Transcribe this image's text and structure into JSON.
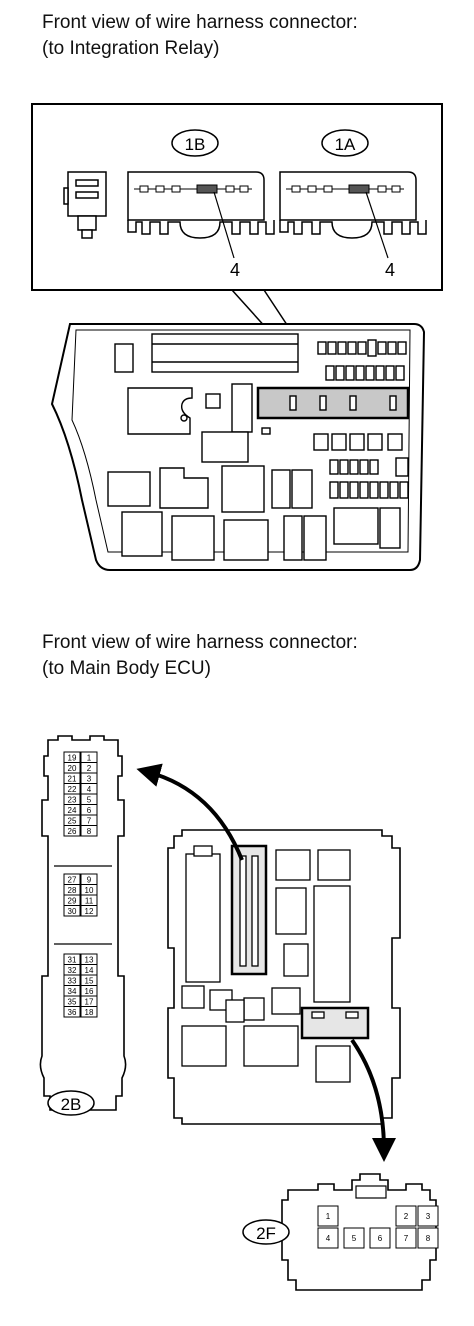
{
  "section1": {
    "caption_line1": "Front view of wire harness connector:",
    "caption_line2": "(to Integration Relay)",
    "connector_1b": {
      "label": "1B",
      "pin_callout": "4"
    },
    "connector_1a": {
      "label": "1A",
      "pin_callout": "4"
    }
  },
  "section2": {
    "caption_line1": "Front view of wire harness connector:",
    "caption_line2": "(to Main Body ECU)",
    "connector_2b": {
      "label": "2B",
      "pins_group1": [
        [
          "19",
          "1"
        ],
        [
          "20",
          "2"
        ],
        [
          "21",
          "3"
        ],
        [
          "22",
          "4"
        ],
        [
          "23",
          "5"
        ],
        [
          "24",
          "6"
        ],
        [
          "25",
          "7"
        ],
        [
          "26",
          "8"
        ]
      ],
      "pins_group2": [
        [
          "27",
          "9"
        ],
        [
          "28",
          "10"
        ],
        [
          "29",
          "11"
        ],
        [
          "30",
          "12"
        ]
      ],
      "pins_group3": [
        [
          "31",
          "13"
        ],
        [
          "32",
          "14"
        ],
        [
          "33",
          "15"
        ],
        [
          "34",
          "16"
        ],
        [
          "35",
          "17"
        ],
        [
          "36",
          "18"
        ]
      ]
    },
    "connector_2f": {
      "label": "2F",
      "pins_top": [
        "1",
        "2",
        "3"
      ],
      "pins_bottom": [
        "4",
        "5",
        "6",
        "7",
        "8"
      ]
    }
  }
}
